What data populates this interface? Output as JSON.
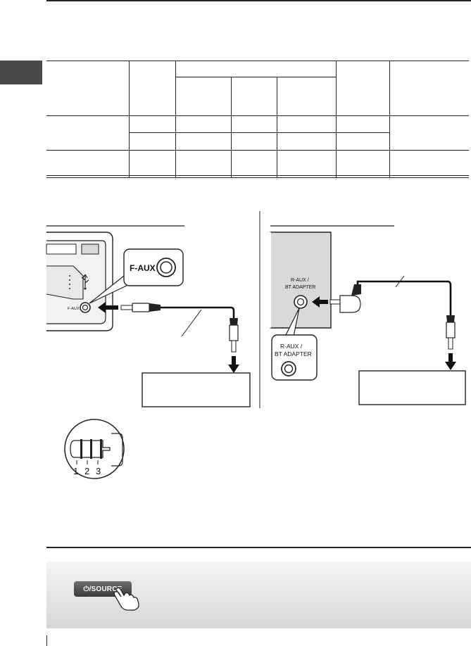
{
  "connection_diagram": {
    "front_panel": {
      "jack_label": "F-AUX",
      "jack_label_small": "F-AUX"
    },
    "rear_panel": {
      "jack_label_line1": "R-AUX /",
      "jack_label_line2": "BT ADAPTER",
      "callout_line1": "R-AUX /",
      "callout_line2": "BT  ADAPTER"
    },
    "plug_diagram": {
      "contact_numbers": [
        "1",
        "2",
        "3"
      ]
    }
  },
  "source_button": {
    "label": "⏻/SOURCE"
  },
  "icons": [
    "usb-icon",
    "hand-pointer-icon",
    "power-icon"
  ]
}
